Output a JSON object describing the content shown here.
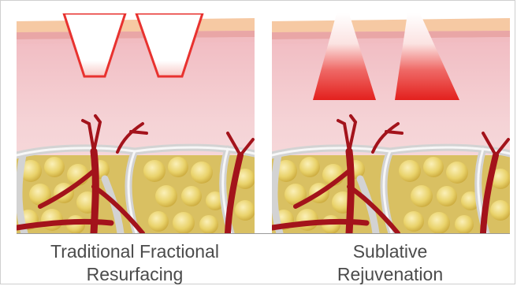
{
  "panels": [
    {
      "caption_line1": "Traditional Fractional",
      "caption_line2": "Resurfacing"
    },
    {
      "caption_line1": "Sublative",
      "caption_line2": "Rejuvenation"
    }
  ],
  "colors": {
    "epidermis": "#f6c9a3",
    "dermis": "#f3cfd3",
    "laser": "#e8322f",
    "vessel": "#a3131b",
    "fat": "#e7cf65",
    "septa": "#d9d9d9"
  }
}
